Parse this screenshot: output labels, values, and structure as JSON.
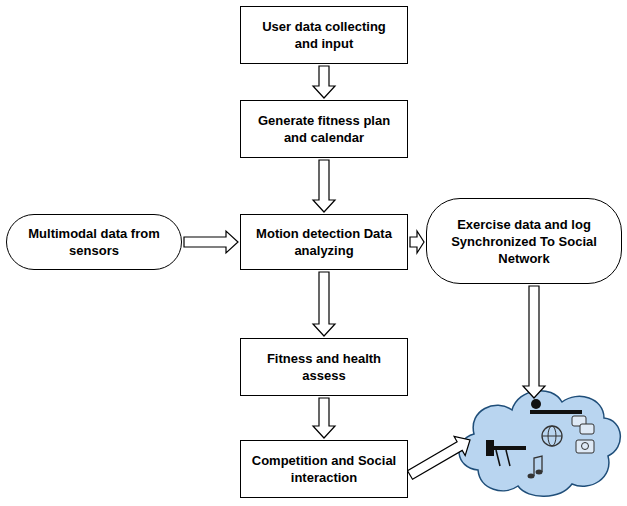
{
  "diagram": {
    "nodes": [
      {
        "text": [
          "User data collecting and input"
        ]
      },
      {
        "text": [
          "Generate fitness plan and calendar"
        ]
      },
      {
        "text": [
          "Multimodal data from sensors"
        ]
      },
      {
        "text": [
          "Motion detection Data analyzing"
        ]
      },
      {
        "text": [
          "Exercise data and log Synchronized To Social Network"
        ]
      },
      {
        "text": [
          "Fitness and health assess"
        ]
      },
      {
        "text": [
          "Competition and Social interaction"
        ]
      }
    ],
    "edges": [
      {
        "from": 0,
        "to": 1,
        "arrow": "to"
      },
      {
        "from": 1,
        "to": 3,
        "arrow": "to"
      },
      {
        "from": 2,
        "to": 3,
        "arrow": "to"
      },
      {
        "from": 3,
        "to": 4,
        "arrow": "to"
      },
      {
        "from": 3,
        "to": 5,
        "arrow": "to"
      },
      {
        "from": 5,
        "to": 6,
        "arrow": "to"
      }
    ]
  }
}
